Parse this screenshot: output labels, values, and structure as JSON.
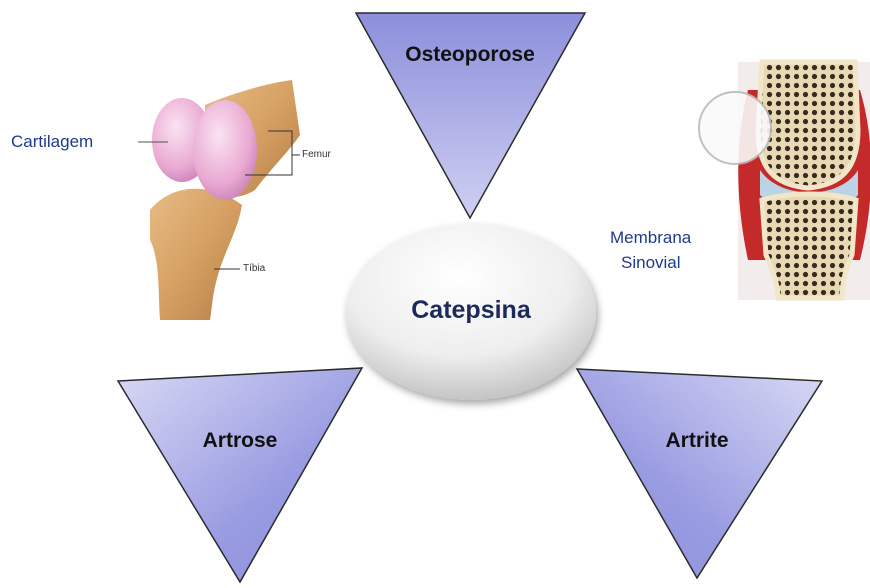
{
  "center": {
    "label": "Catepsina"
  },
  "triangles": {
    "top": "Osteoporose",
    "left": "Artrose",
    "right": "Artrite"
  },
  "knee": {
    "cartilage_label": "Cartilagem",
    "femur_label": "Femur",
    "tibia_label": "Tíbia"
  },
  "joint": {
    "label_line1": "Membrana",
    "label_line2": "Sinovial"
  },
  "colors": {
    "triangle_fill": "#9c9ee0",
    "triangle_stroke": "#2b2b2b",
    "center_text": "#1b2a5a",
    "side_text": "#1f3a8a"
  }
}
